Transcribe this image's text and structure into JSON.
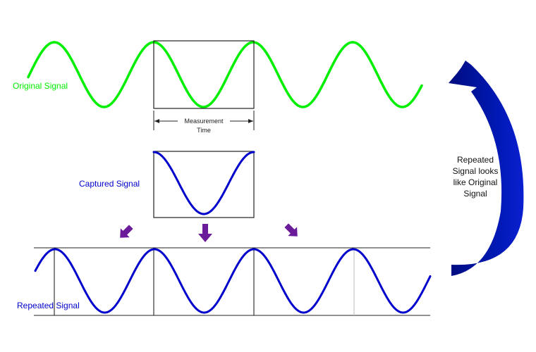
{
  "labels": {
    "original_signal": "Original Signal",
    "captured_signal": "Captured Signal",
    "repeated_signal": "Repeated Signal",
    "measurement_time_line1": "Measurement",
    "measurement_time_line2": "Time",
    "note_line1": "Repeated",
    "note_line2": "Signal looks",
    "note_line3": "like Original",
    "note_line4": "Signal"
  },
  "colors": {
    "original": "#00ee00",
    "captured": "#0000cc",
    "repeated": "#0000cc",
    "small_arrows": "#6a1b9a",
    "curved_arrow": "#0018b0",
    "frame": "#222222"
  }
}
